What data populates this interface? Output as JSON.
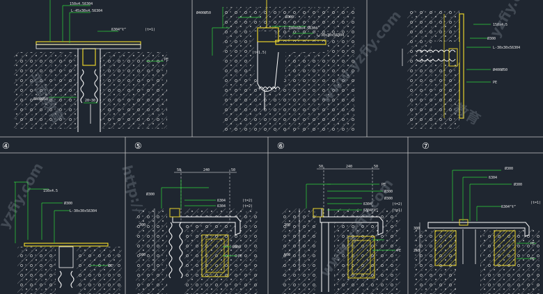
{
  "panels": [
    {
      "id": "p1",
      "labels": [
        "150x4.5ß304",
        "L-45x30x4.5ß304",
        "ß304“ł”",
        "(t=1)",
        "PE",
        "Ø400Ø50",
        "20~30"
      ]
    },
    {
      "id": "p2",
      "labels": [
        "Ø400Ø50",
        "Ø300",
        "L-150x60x4.5ß304",
        "L-30x30x5ß304",
        "(t=1.5)"
      ]
    },
    {
      "id": "p3",
      "labels": [
        "150x4.5",
        "Ø300",
        "L-30x30x5ß304",
        "Ø400Ø50",
        "PE"
      ]
    },
    {
      "id": "p4",
      "number": "④",
      "labels": [
        "150x4.5",
        "Ø300",
        "L-30x30x5ß304",
        "PE"
      ]
    },
    {
      "id": "p5",
      "number": "⑤",
      "labels": [
        "50",
        "240",
        "50",
        "Ø300",
        "ß304",
        "ß304",
        "(t=2)",
        "(t=2)",
        "Ø300",
        "PE",
        "300",
        "500"
      ]
    },
    {
      "id": "p6",
      "number": "⑥",
      "labels": [
        "50",
        "240",
        "50",
        "PE",
        "Ø300",
        "Ø300",
        "ß304",
        "ß304“ł”",
        "(t=2)",
        "(t=1)",
        "PE",
        "300",
        "500"
      ]
    },
    {
      "id": "p7",
      "number": "⑦",
      "labels": [
        "Ø300",
        "ß304",
        "Ø300",
        "ß304“ł”",
        "(t=1)",
        "PE",
        "PE",
        "300",
        "250"
      ]
    }
  ],
  "watermarks": [
    "yzfiy.com",
    "www.yzfiy.com",
    "平面教育",
    "教育",
    "www.yzfiy.com",
    "http://",
    "yzfiy.com"
  ],
  "colors": {
    "background": "#1f2630",
    "line": "#ffffff",
    "leader": "#2fd83a",
    "yellow": "#e8d22a",
    "concrete": "#cfcfcf"
  }
}
